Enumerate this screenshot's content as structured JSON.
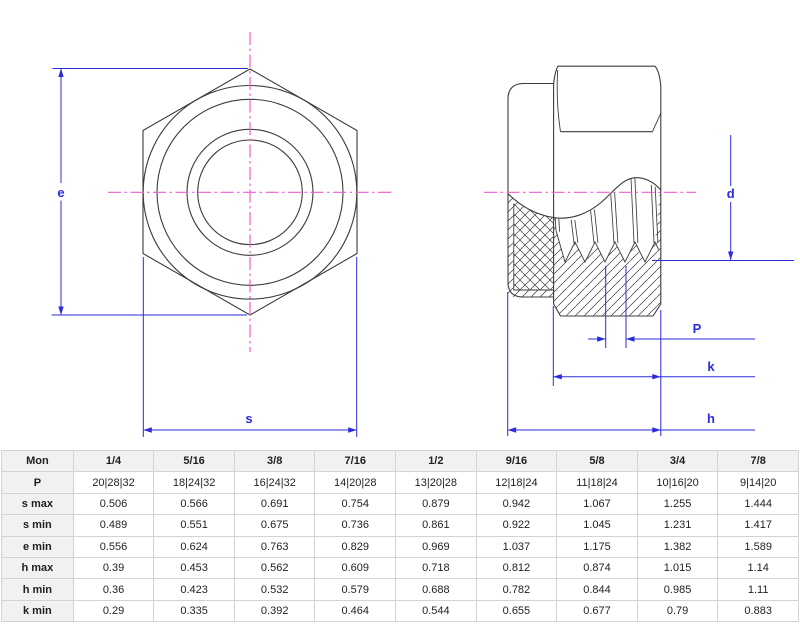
{
  "drawing": {
    "labels": {
      "e": "e",
      "s": "s",
      "d": "d",
      "P": "P",
      "k": "k",
      "h": "h"
    },
    "colors": {
      "dimension_blue": "#2b2bdd",
      "centerline_pink": "#ee5ed2",
      "outline_dark": "#3c3c3c"
    }
  },
  "table": {
    "header": [
      "Mon",
      "1/4",
      "5/16",
      "3/8",
      "7/16",
      "1/2",
      "9/16",
      "5/8",
      "3/4",
      "7/8"
    ],
    "rows": [
      {
        "label": "P",
        "values": [
          "20|28|32",
          "18|24|32",
          "16|24|32",
          "14|20|28",
          "13|20|28",
          "12|18|24",
          "11|18|24",
          "10|16|20",
          "9|14|20"
        ]
      },
      {
        "label": "s max",
        "values": [
          "0.506",
          "0.566",
          "0.691",
          "0.754",
          "0.879",
          "0.942",
          "1.067",
          "1.255",
          "1.444"
        ]
      },
      {
        "label": "s min",
        "values": [
          "0.489",
          "0.551",
          "0.675",
          "0.736",
          "0.861",
          "0.922",
          "1.045",
          "1.231",
          "1.417"
        ]
      },
      {
        "label": "e min",
        "values": [
          "0.556",
          "0.624",
          "0.763",
          "0.829",
          "0.969",
          "1.037",
          "1.175",
          "1.382",
          "1.589"
        ]
      },
      {
        "label": "h max",
        "values": [
          "0.39",
          "0.453",
          "0.562",
          "0.609",
          "0.718",
          "0.812",
          "0.874",
          "1.015",
          "1.14"
        ]
      },
      {
        "label": "h min",
        "values": [
          "0.36",
          "0.423",
          "0.532",
          "0.579",
          "0.688",
          "0.782",
          "0.844",
          "0.985",
          "1.11"
        ]
      },
      {
        "label": "k min",
        "values": [
          "0.29",
          "0.335",
          "0.392",
          "0.464",
          "0.544",
          "0.655",
          "0.677",
          "0.79",
          "0.883"
        ]
      }
    ]
  }
}
